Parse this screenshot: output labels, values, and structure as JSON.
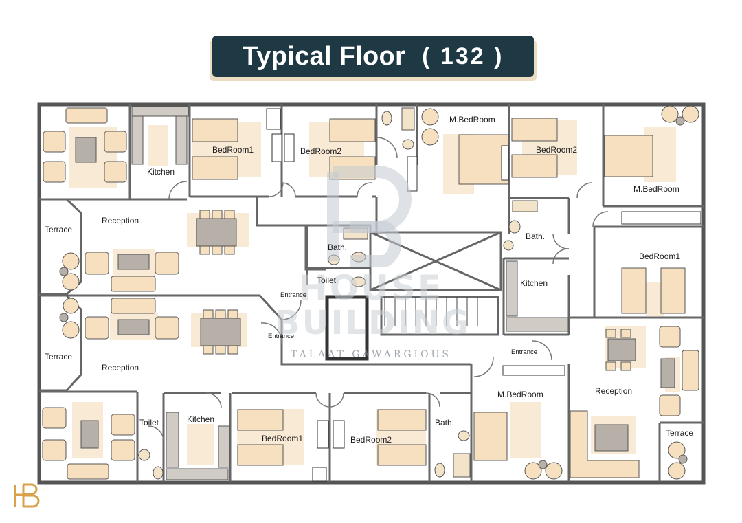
{
  "title": {
    "text": "Typical Floor",
    "number": "( 132 )"
  },
  "rooms": {
    "bedroom1_top": "BedRoom1",
    "bedroom2_top": "BedRoom2",
    "mbedroom_top_center": "M.BedRoom",
    "bedroom2_top_right": "BedRoom2",
    "mbedroom_right": "M.BedRoom",
    "kitchen_top_left": "Kitchen",
    "terrace_left_upper": "Terrace",
    "reception_left_upper": "Reception",
    "bath_center": "Bath.",
    "toilet_center": "Toilet",
    "bath_right": "Bath.",
    "kitchen_right": "Kitchen",
    "bedroom1_right": "BedRoom1",
    "terrace_left_lower": "Terrace",
    "reception_left_lower": "Reception",
    "entrance_1": "Entrance",
    "entrance_2": "Entrance",
    "entrance_3": "Entrance",
    "reception_right": "Reception",
    "mbedroom_bottom": "M.BedRoom",
    "toilet_bottom": "Toilet",
    "kitchen_bottom": "Kitchen",
    "bedroom1_bottom": "BedRoom1",
    "bedroom2_bottom": "BedRoom2",
    "bath_bottom": "Bath.",
    "terrace_right": "Terrace"
  },
  "watermark": {
    "line1": "HOUSE",
    "line2": "BUILDING",
    "sub": "TALAAT GAWARGIOUS"
  },
  "logo": {
    "icon": "hb-monogram-logo"
  },
  "colors": {
    "title_bg": "#1e3844",
    "title_shadow": "#ecdcc2",
    "wall": "#555555",
    "furniture": "#f6e6cc",
    "rug": "#f9ead5",
    "logo": "#d9a24a"
  }
}
